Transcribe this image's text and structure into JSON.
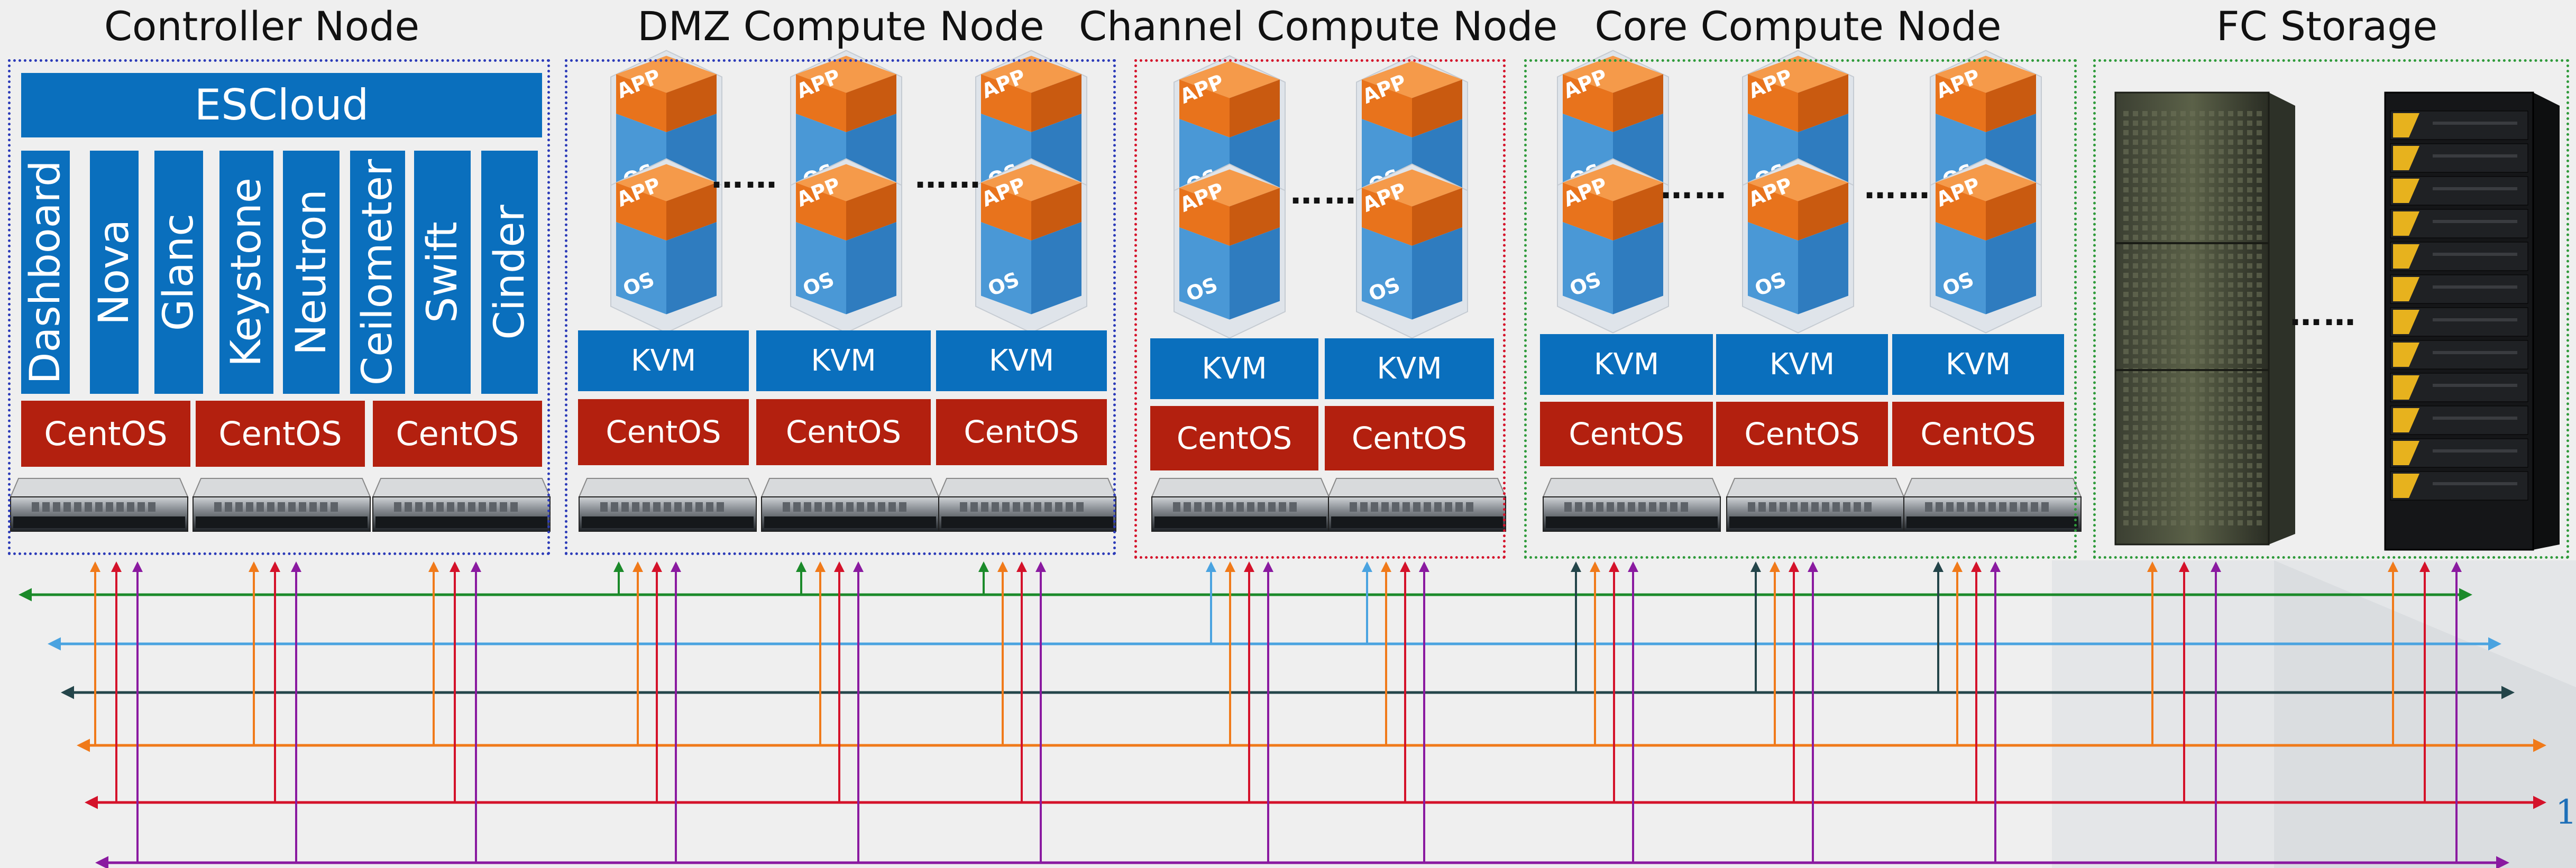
{
  "sections": {
    "controller": {
      "title": "Controller Node",
      "escloud": "ESCloud",
      "services": [
        "Dashboard",
        "Nova",
        "Glanc",
        "Keystone",
        "Neutron",
        "Ceilometer",
        "Swift",
        "Cinder"
      ],
      "os_label": "CentOS"
    },
    "dmz": {
      "title": "DMZ Compute Node",
      "hypervisor": "KVM",
      "os_label": "CentOS"
    },
    "channel": {
      "title": "Channel Compute Node",
      "hypervisor": "KVM",
      "os_label": "CentOS"
    },
    "core": {
      "title": "Core Compute Node",
      "hypervisor": "KVM",
      "os_label": "CentOS"
    },
    "storage": {
      "title": "FC Storage"
    }
  },
  "vm": {
    "app_label": "APP",
    "os_label": "OS"
  },
  "ellipsis": "……",
  "corner_text": "1",
  "colors": {
    "blue_bar": "#0a6fbd",
    "red_bar": "#b3200f",
    "vm_top": "#e8731c",
    "vm_bottom": "#3f8fcf",
    "net_green": "#1b8a2a",
    "net_lightblue": "#4aa3e0",
    "net_darkteal": "#24454a",
    "net_orange": "#f07a1a",
    "net_red": "#d4122a",
    "net_purple": "#8a1aa0"
  }
}
